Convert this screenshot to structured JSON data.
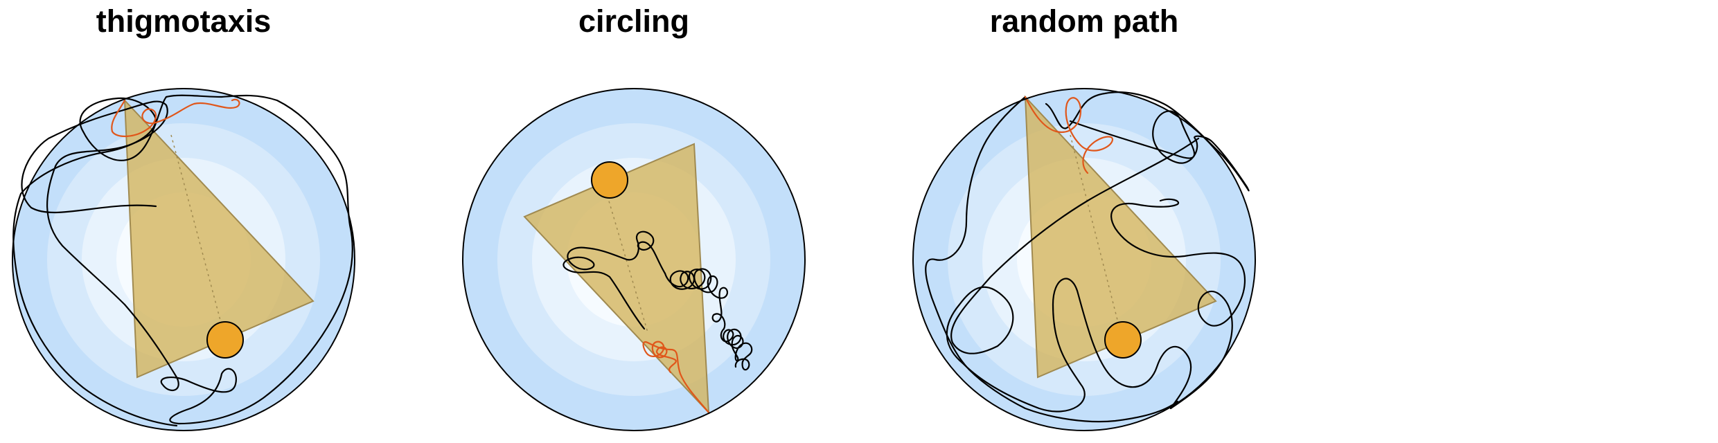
{
  "panels": [
    {
      "id": "thigmotaxis",
      "title": "thigmotaxis"
    },
    {
      "id": "circling",
      "title": "circling"
    },
    {
      "id": "random",
      "title": "random path"
    }
  ],
  "colors": {
    "ring_outer": "#c3dffa",
    "ring_2": "#d6e9fb",
    "ring_3": "#e8f3fd",
    "ring_center": "#f6fbff",
    "triangle_fill": "#d4b45a",
    "dot_fill": "#eea62a",
    "path_black": "#000000",
    "path_orange": "#e0561a"
  },
  "legend_icons": [
    "arena-circle",
    "triangle-zone",
    "target-dot",
    "swim-path"
  ]
}
